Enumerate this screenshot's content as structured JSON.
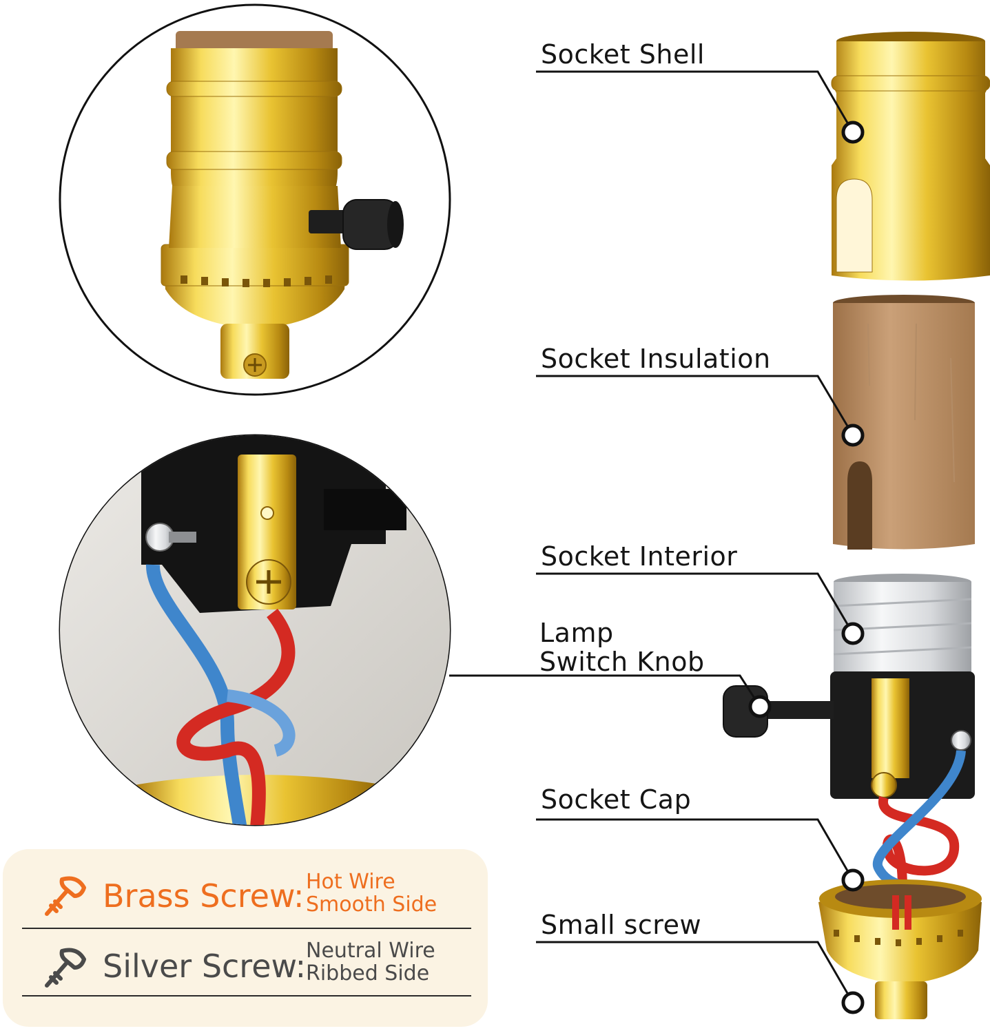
{
  "parts": [
    {
      "id": "shell",
      "label": "Socket Shell"
    },
    {
      "id": "insulation",
      "label": "Socket Insulation"
    },
    {
      "id": "interior",
      "label": "Socket Interior"
    },
    {
      "id": "knob",
      "label": "Lamp\nSwitch Knob",
      "lines": [
        "Lamp",
        "Switch Knob"
      ]
    },
    {
      "id": "cap",
      "label": "Socket Cap"
    },
    {
      "id": "screw",
      "label": "Small screw"
    }
  ],
  "legend": {
    "brass": {
      "title": "Brass Screw:",
      "line1": "Hot Wire",
      "line2": "Smooth Side",
      "icon": "brass-screw-icon",
      "color": "#ee6e1f"
    },
    "silver": {
      "title": "Silver Screw:",
      "line1": "Neutral Wire",
      "line2": "Ribbed Side",
      "icon": "silver-screw-icon",
      "color": "#4a4a4a"
    }
  },
  "colors": {
    "brass": "#d9b12a",
    "cardboard": "#b88a5c",
    "plastic": "#1b1b1b",
    "hot_wire": "#d42a22",
    "neutral_wire": "#3f86cc",
    "legend_background": "#fbf3e3"
  }
}
